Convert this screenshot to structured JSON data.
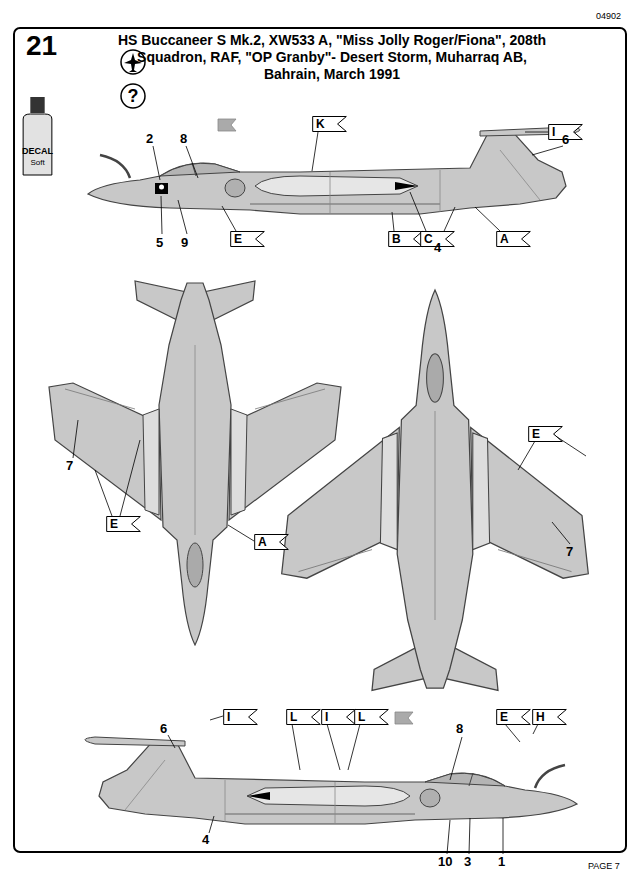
{
  "diagram": {
    "title": "HS Buccaneer S Mk.2, XW533 A, \"Miss Jolly Roger/Fiona\", 208th Squadron, RAF, \"OP Granby\"- Desert Storm, Muharraq AB, Bahrain, March 1991",
    "nodes": [
      {
        "text": [
          "?"
        ]
      },
      {
        "text": [
          "DECAL",
          "Soft"
        ]
      },
      {
        "text": [
          "K"
        ]
      },
      {
        "text": [
          "I"
        ]
      },
      {
        "text": [
          "E"
        ]
      },
      {
        "text": [
          "B"
        ]
      },
      {
        "text": [
          "C"
        ]
      },
      {
        "text": [
          "A"
        ]
      },
      {
        "text": [
          "E"
        ]
      },
      {
        "text": [
          "A"
        ]
      },
      {
        "text": [
          "E"
        ]
      },
      {
        "text": [
          "I"
        ]
      },
      {
        "text": [
          "L"
        ]
      },
      {
        "text": [
          "I"
        ]
      },
      {
        "text": [
          "L"
        ]
      },
      {
        "text": [
          "E"
        ]
      },
      {
        "text": [
          "H"
        ]
      }
    ],
    "labels": [
      "04902",
      "21",
      "2",
      "8",
      "6",
      "5",
      "9",
      "4",
      "7",
      "7",
      "6",
      "8",
      "4",
      "10",
      "3",
      "1",
      "PAGE 7"
    ]
  }
}
